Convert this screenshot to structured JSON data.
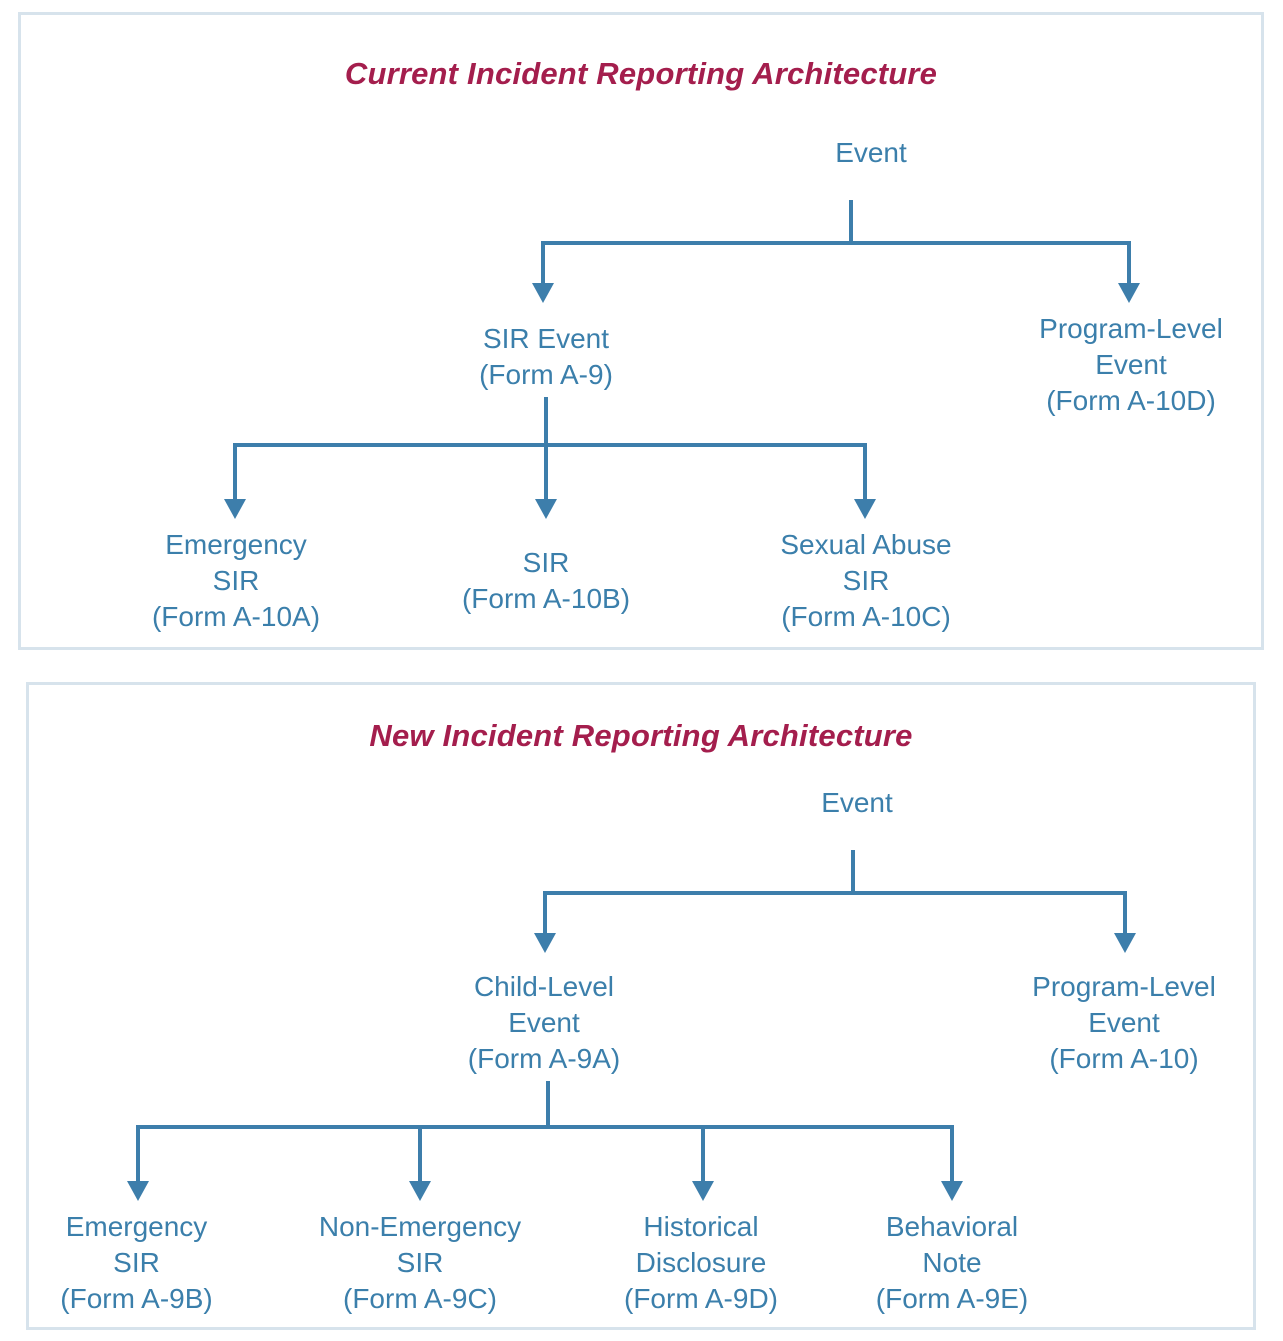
{
  "document": {
    "theme": {
      "title_color": "#a41e4d",
      "node_text_color": "#3b7fab",
      "connector_color": "#3d7eab",
      "panel_border_color": "#d7e3ec",
      "background_color": "#ffffff"
    }
  },
  "panels": [
    {
      "id": "current",
      "title": "Current Incident Reporting Architecture",
      "nodes": {
        "root": {
          "lines": [
            "Event"
          ]
        },
        "sir_event": {
          "lines": [
            "SIR Event",
            "(Form A-9)"
          ]
        },
        "program_level": {
          "lines": [
            "Program-Level",
            "Event",
            "(Form A-10D)"
          ]
        },
        "emergency_sir": {
          "lines": [
            "Emergency",
            "SIR",
            "(Form A-10A)"
          ]
        },
        "sir": {
          "lines": [
            "SIR",
            "(Form A-10B)"
          ]
        },
        "sexual_abuse_sir": {
          "lines": [
            "Sexual Abuse",
            "SIR",
            "(Form A-10C)"
          ]
        }
      }
    },
    {
      "id": "new",
      "title": "New Incident Reporting Architecture",
      "nodes": {
        "root": {
          "lines": [
            "Event"
          ]
        },
        "child_level": {
          "lines": [
            "Child-Level",
            "Event",
            "(Form A-9A)"
          ]
        },
        "program_level": {
          "lines": [
            "Program-Level",
            "Event",
            "(Form A-10)"
          ]
        },
        "emergency_sir": {
          "lines": [
            "Emergency",
            "SIR",
            "(Form A-9B)"
          ]
        },
        "non_emergency_sir": {
          "lines": [
            "Non-Emergency",
            "SIR",
            "(Form A-9C)"
          ]
        },
        "historical_disclosure": {
          "lines": [
            "Historical",
            "Disclosure",
            "(Form A-9D)"
          ]
        },
        "behavioral_note": {
          "lines": [
            "Behavioral",
            "Note",
            "(Form A-9E)"
          ]
        }
      }
    }
  ]
}
